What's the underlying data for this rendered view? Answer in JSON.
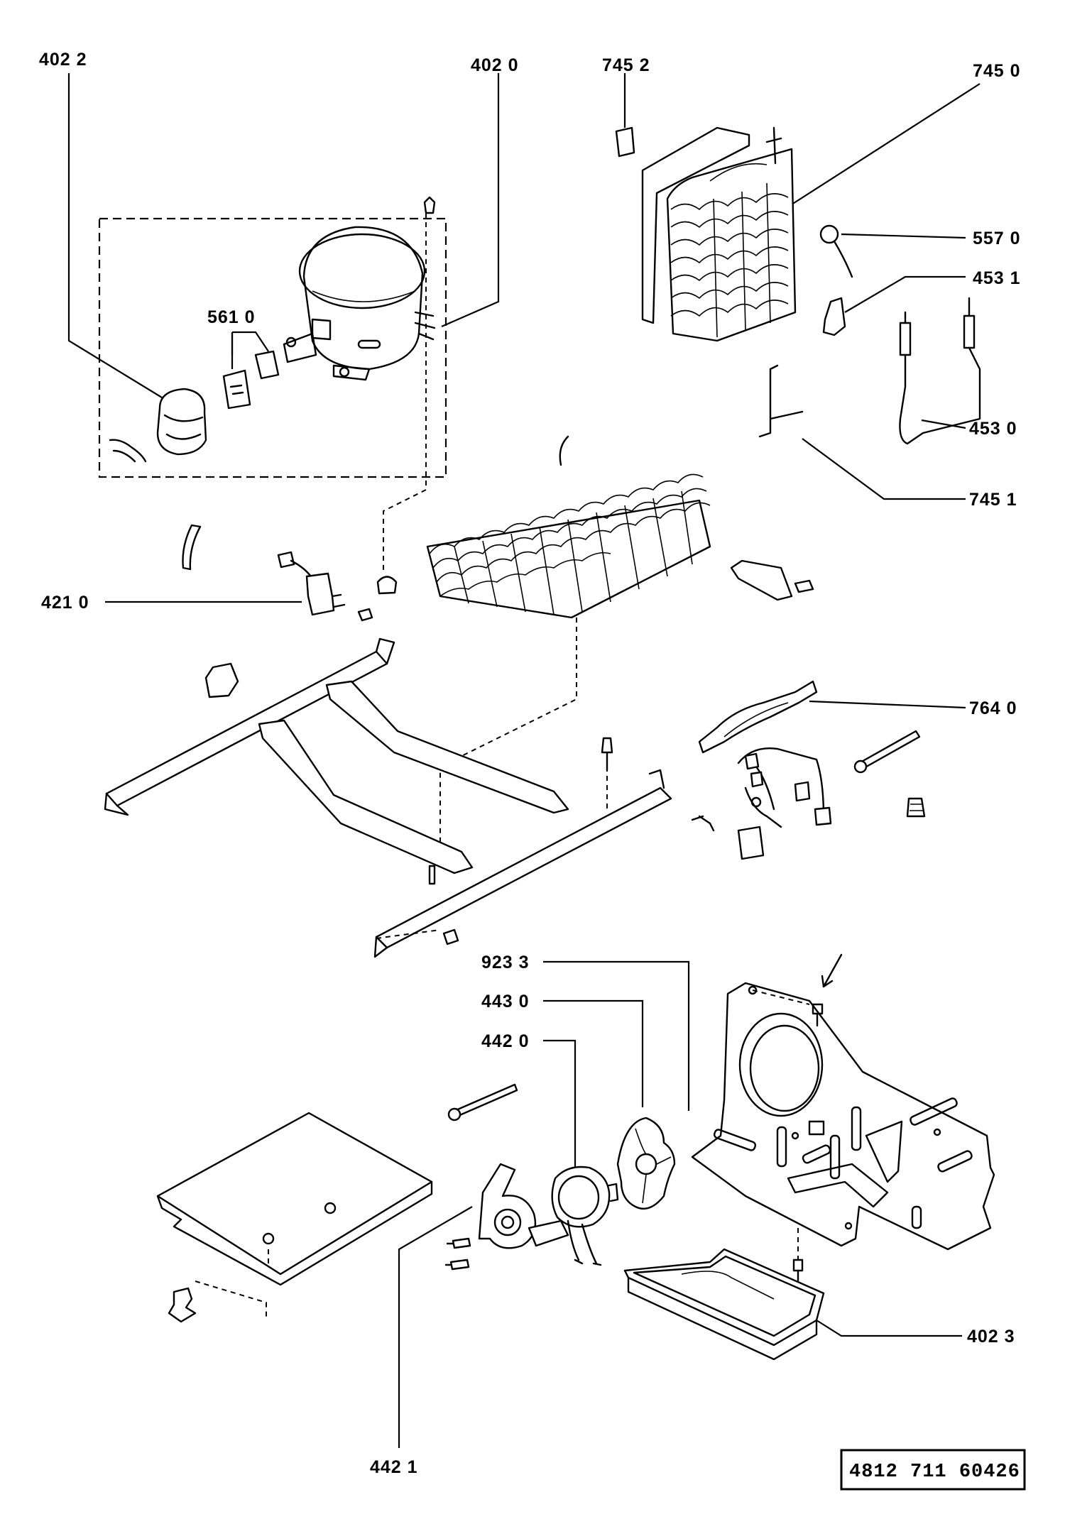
{
  "part_labels": [
    {
      "id": "4022",
      "text": "402 2"
    },
    {
      "id": "4020",
      "text": "402 0"
    },
    {
      "id": "7452",
      "text": "745 2"
    },
    {
      "id": "7450",
      "text": "745 0"
    },
    {
      "id": "5570",
      "text": "557 0"
    },
    {
      "id": "4531",
      "text": "453 1"
    },
    {
      "id": "5610",
      "text": "561 0"
    },
    {
      "id": "4530",
      "text": "453 0"
    },
    {
      "id": "7451",
      "text": "745 1"
    },
    {
      "id": "4210",
      "text": "421 0"
    },
    {
      "id": "7640",
      "text": "764 0"
    },
    {
      "id": "9233",
      "text": "923 3"
    },
    {
      "id": "4430",
      "text": "443 0"
    },
    {
      "id": "4420",
      "text": "442 0"
    },
    {
      "id": "4023",
      "text": "402 3"
    },
    {
      "id": "4421",
      "text": "442 1"
    }
  ],
  "drawing_code": "4812 711 60426",
  "icons": [
    "compressor-icon",
    "evaporator-icon",
    "condenser-icon",
    "fan-icon",
    "motor-icon",
    "frame-icon"
  ]
}
